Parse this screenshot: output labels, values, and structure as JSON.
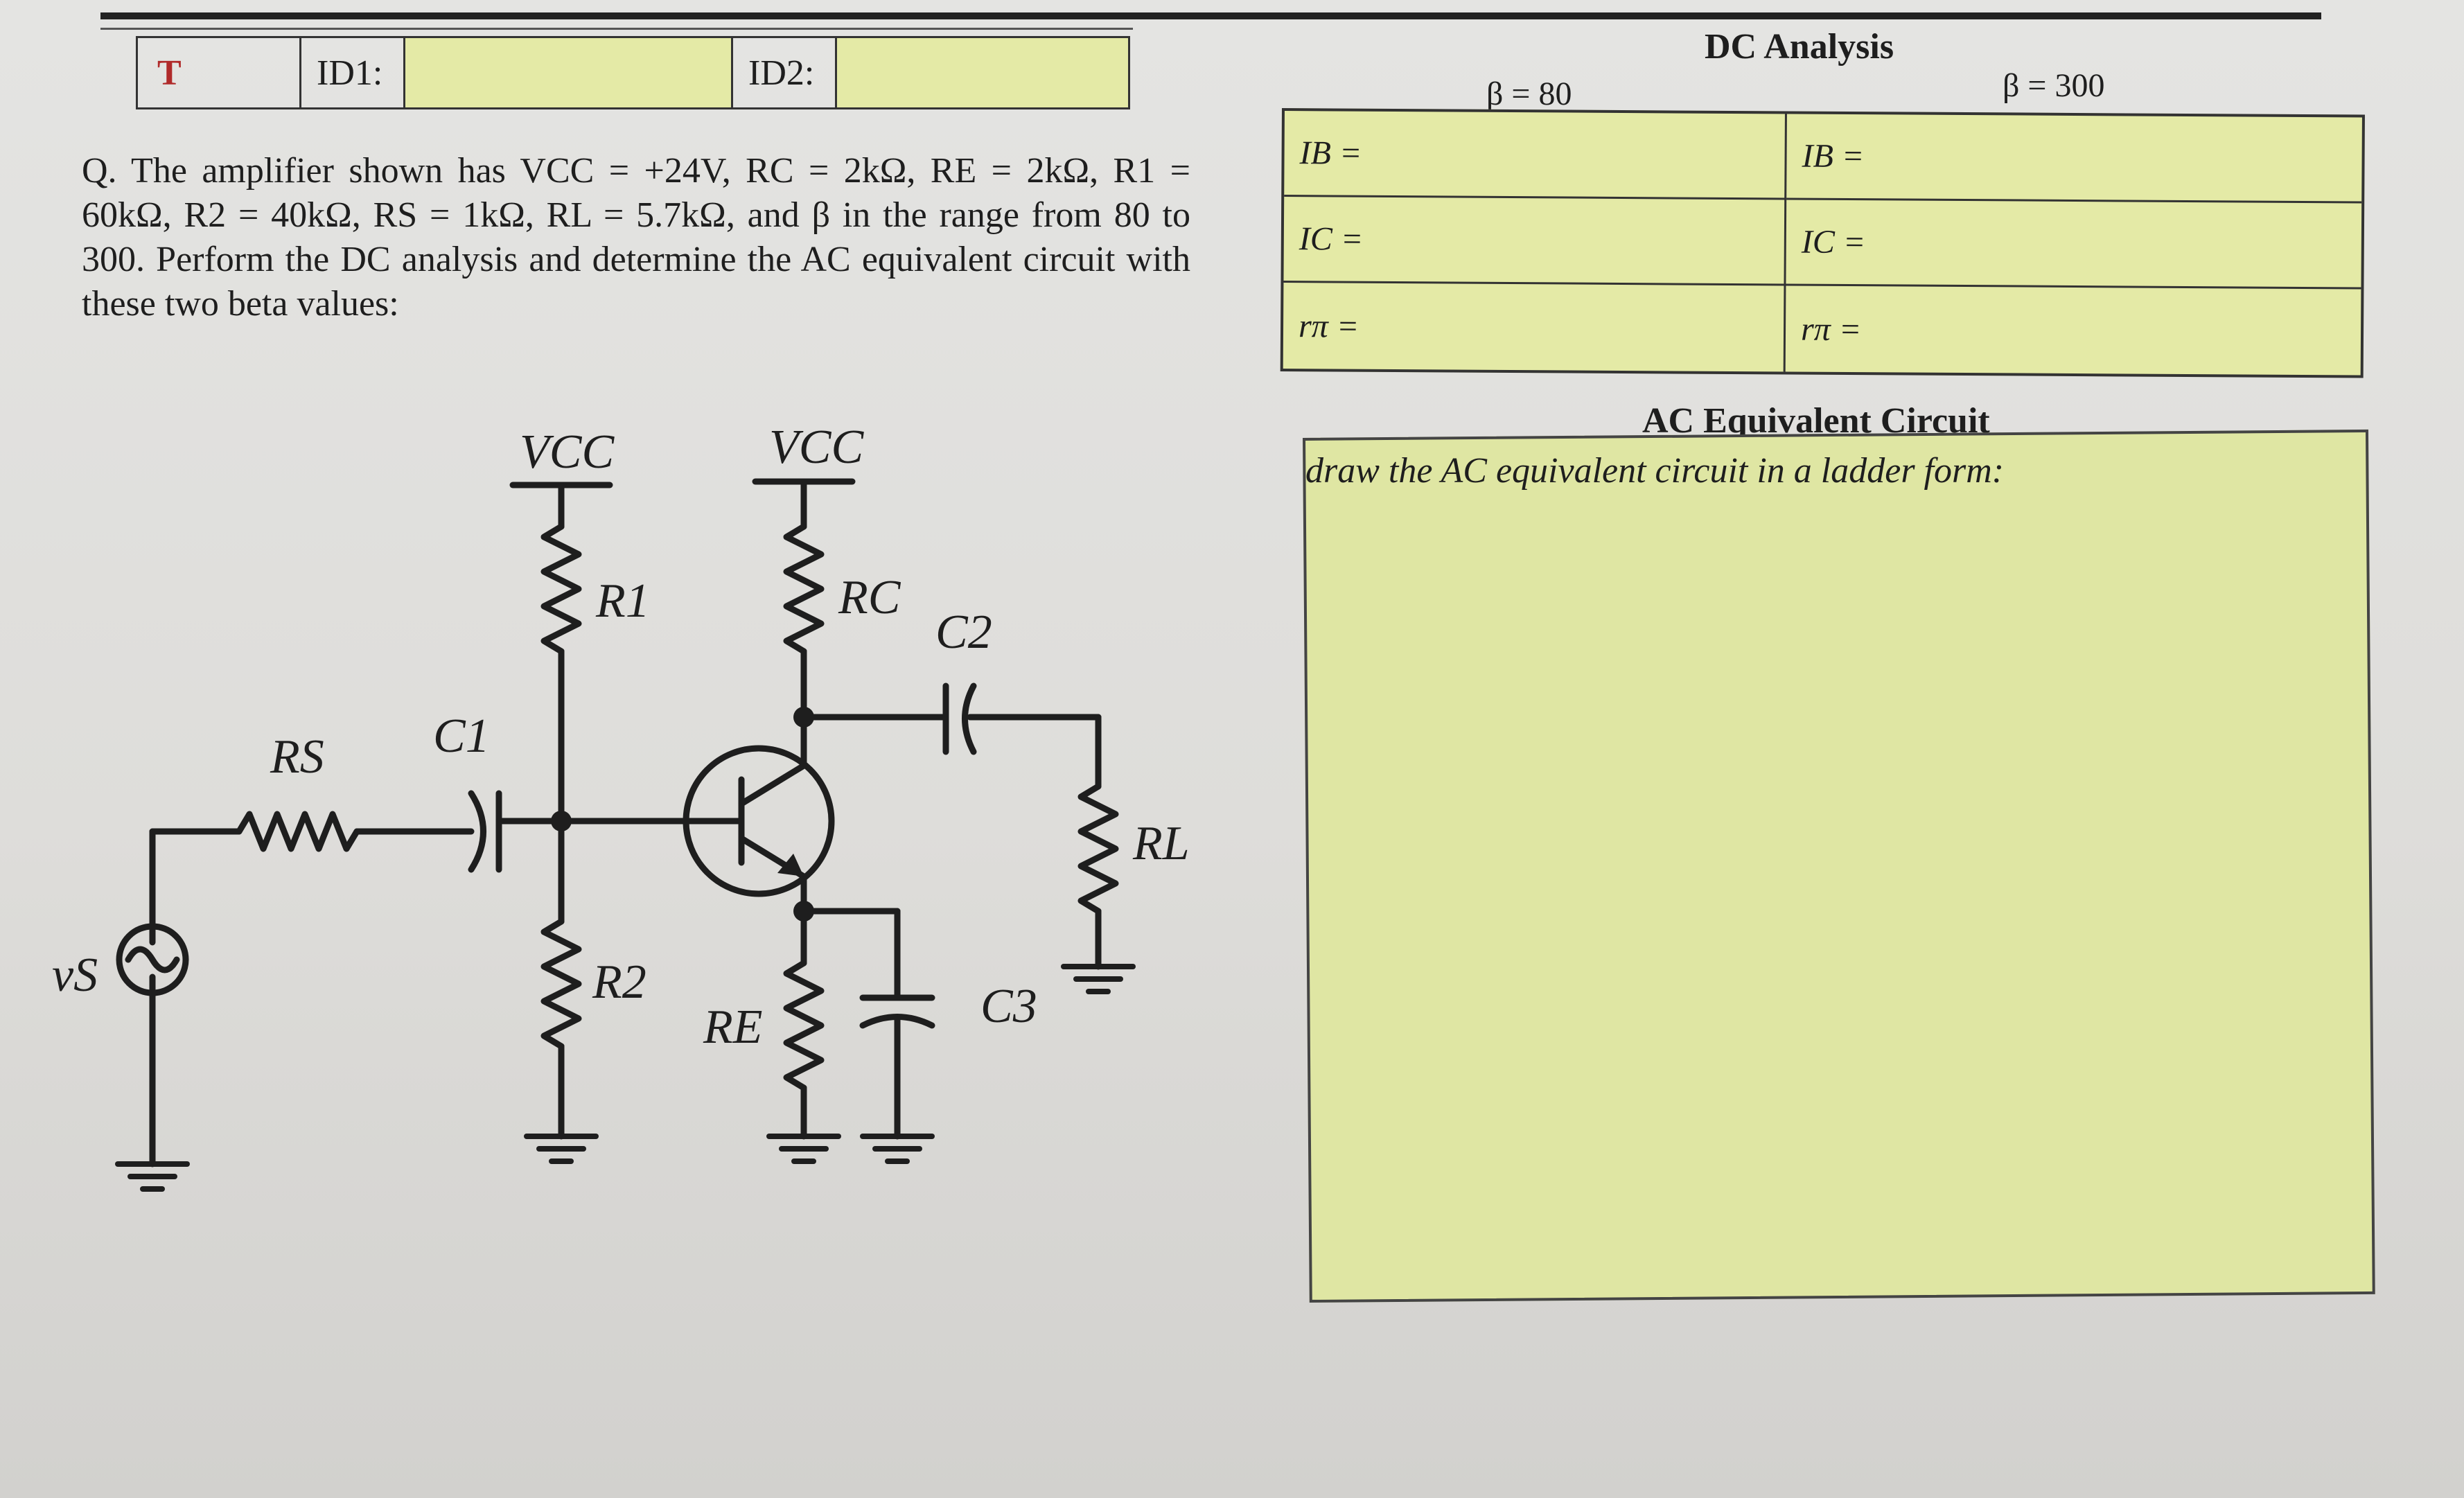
{
  "header": {
    "tag": "T",
    "id1_label": "ID1:",
    "id2_label": "ID2:"
  },
  "question": {
    "text": "Q. The amplifier shown has VCC = +24V, RC = 2kΩ, RE = 2kΩ, R1 = 60kΩ, R2 = 40kΩ, RS = 1kΩ, RL = 5.7kΩ, and β in the range from 80 to 300. Perform the DC analysis and determine the AC equivalent circuit with these two beta values:"
  },
  "dc_analysis": {
    "title": "DC Analysis",
    "beta_low": "β = 80",
    "beta_high": "β = 300",
    "rows": [
      {
        "left": "IB =",
        "right": "IB ="
      },
      {
        "left": "IC =",
        "right": "IC ="
      },
      {
        "left": "rπ =",
        "right": "rπ ="
      }
    ]
  },
  "ac_equivalent": {
    "title": "AC Equivalent Circuit",
    "instruction": "draw the AC equivalent circuit in a ladder form:"
  },
  "circuit_labels": {
    "vcc_left": "VCC",
    "vcc_right": "VCC",
    "r1": "R1",
    "rc": "RC",
    "c2": "C2",
    "rs": "RS",
    "c1": "C1",
    "rl": "RL",
    "vs": "vS",
    "r2": "R2",
    "re": "RE",
    "c3": "C3"
  },
  "colors": {
    "answer_fill": "#e4eaa6",
    "tag_red": "#b02a2a"
  }
}
